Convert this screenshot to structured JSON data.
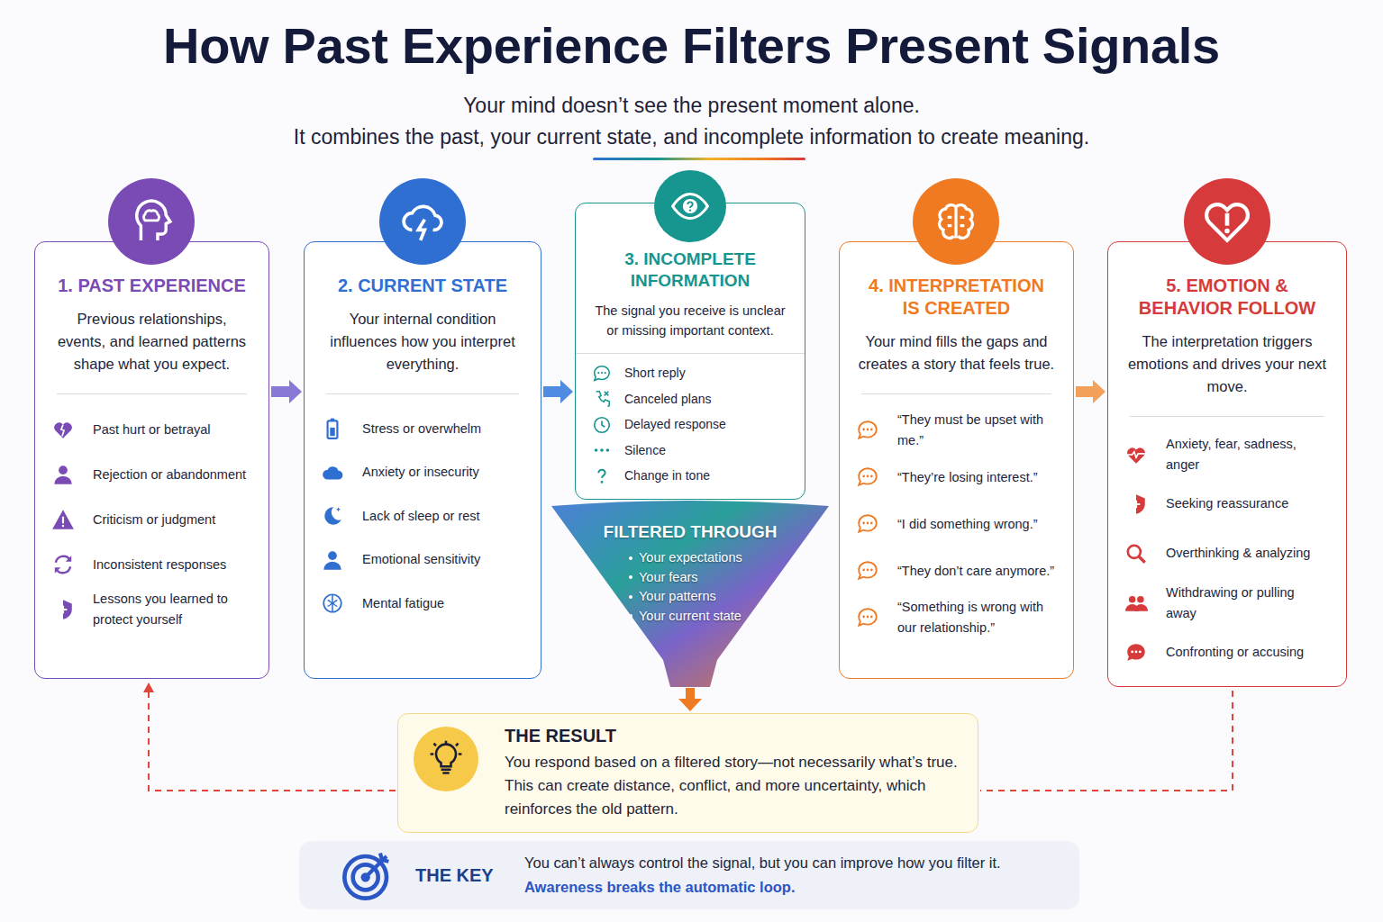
{
  "diagram": {
    "title": "How Past Experience Filters Present Signals",
    "nodes": [
      {
        "text": [
          "1. PAST EXPERIENCE",
          "Previous relationships, events, and learned patterns shape what you expect.",
          "Past hurt or betrayal",
          "Rejection or abandonment",
          "Criticism or judgment",
          "Inconsistent responses",
          "Lessons you learned to protect yourself"
        ]
      },
      {
        "text": [
          "2. CURRENT STATE",
          "Your internal condition influences how you interpret everything.",
          "Stress or overwhelm",
          "Anxiety or insecurity",
          "Lack of sleep or rest",
          "Emotional sensitivity",
          "Mental fatigue"
        ]
      },
      {
        "text": [
          "3. INCOMPLETE INFORMATION",
          "The signal you receive is unclear or missing important context.",
          "Short reply",
          "Canceled plans",
          "Delayed response",
          "Silence",
          "Change in tone"
        ]
      },
      {
        "text": [
          "FILTERED THROUGH",
          "Your expectations",
          "Your fears",
          "Your patterns",
          "Your current state"
        ]
      },
      {
        "text": [
          "4. INTERPRETATION IS CREATED",
          "Your mind fills the gaps and creates a story that feels true.",
          "“They must be upset with me.”",
          "“They’re losing interest.”",
          "“I did something wrong.”",
          "“They don’t care anymore.”",
          "“Something is wrong with our relationship.”"
        ]
      },
      {
        "text": [
          "5. EMOTION & BEHAVIOR FOLLOW",
          "The interpretation triggers emotions and drives your next move.",
          "Anxiety, fear, sadness, anger",
          "Seeking reassurance",
          "Overthinking & analyzing",
          "Withdrawing or pulling away",
          "Confronting or accusing"
        ]
      },
      {
        "text": [
          "THE RESULT",
          "You respond based on a filtered story—not necessarily what’s true. This can create distance, conflict, and more uncertainty, which reinforces the old pattern."
        ]
      },
      {
        "text": [
          "THE KEY",
          "You can’t always control the signal, but you can improve how you filter it.",
          "Awareness breaks the automatic loop."
        ]
      }
    ],
    "edges": [
      {
        "from": 0,
        "to": 1,
        "arrow": "to"
      },
      {
        "from": 1,
        "to": 2,
        "arrow": "to"
      },
      {
        "from": 4,
        "to": 5,
        "arrow": "to"
      },
      {
        "from": 3,
        "to": 6,
        "arrow": "to"
      },
      {
        "from": 5,
        "to": 6,
        "arrow": "none"
      },
      {
        "from": 6,
        "to": 0,
        "arrow": "to"
      }
    ],
    "labels": [
      "Your mind doesn’t see the present moment alone.",
      "It combines the past, your current state, and incomplete information to create meaning."
    ]
  }
}
